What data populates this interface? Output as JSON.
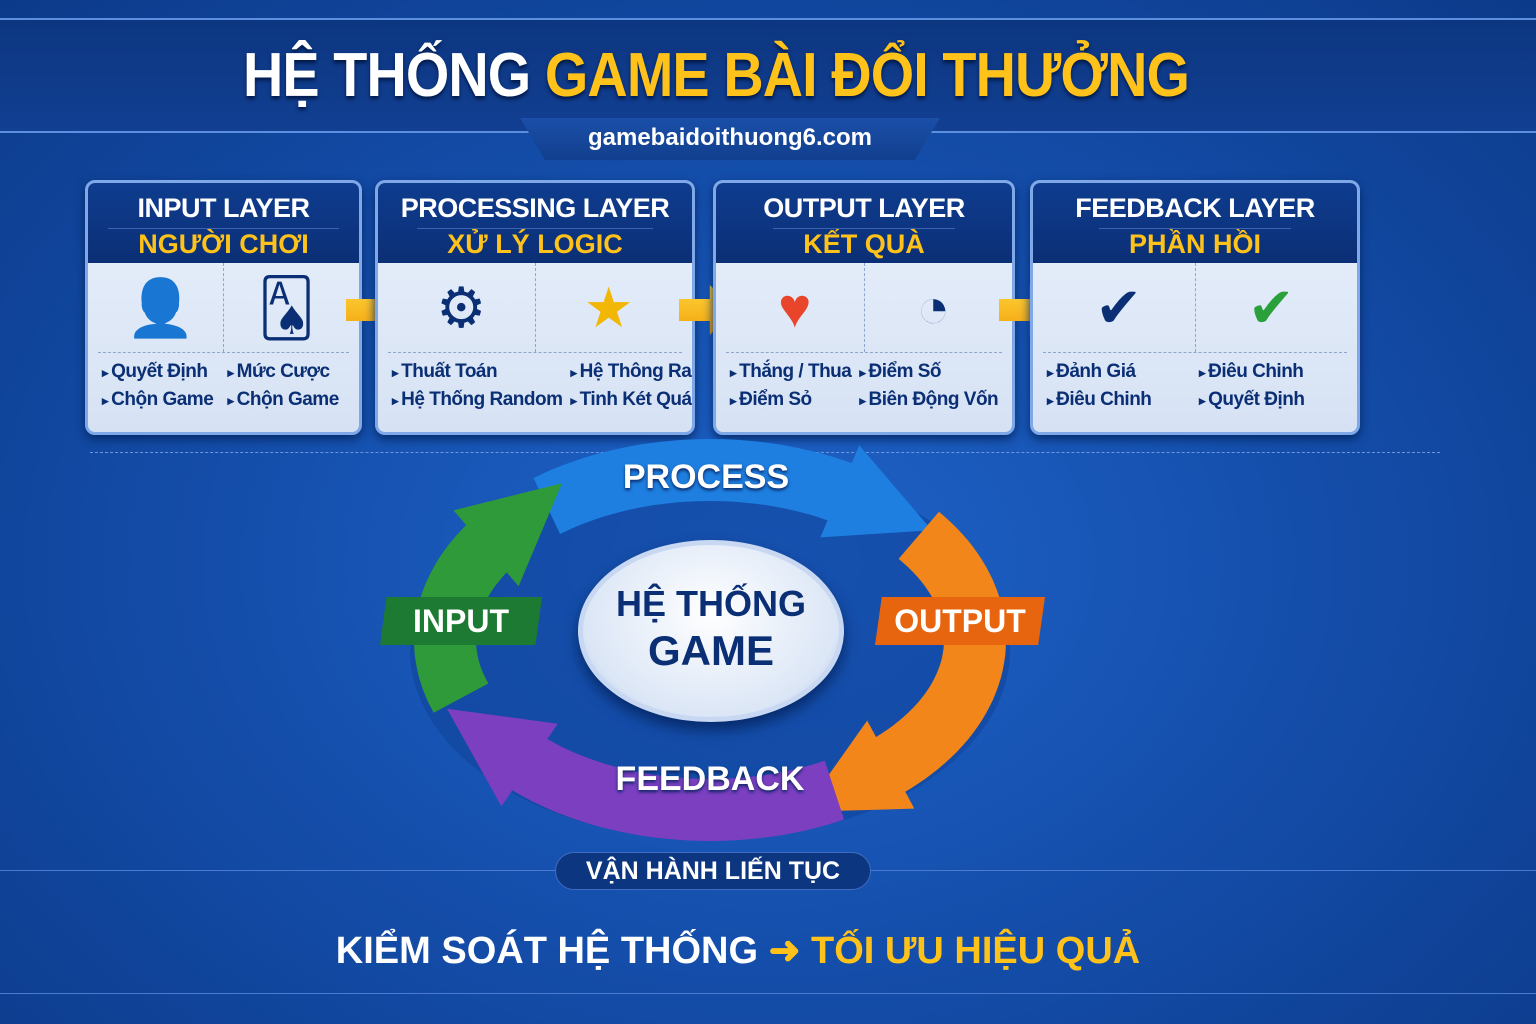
{
  "header": {
    "title_white": "HỆ THỐNG",
    "title_yellow": "GAME BÀI ĐỔI THƯỞNG",
    "url": "gamebaidoithuong6.com"
  },
  "layers": [
    {
      "title": "INPUT LAYER",
      "subtitle": "NGƯỜI CHƠI",
      "icons": [
        "player-card-icon",
        "playing-cards-icon"
      ],
      "items": [
        "Quyết Định",
        "Mức Cược",
        "Chộn Game",
        "Chộn Game"
      ]
    },
    {
      "title": "PROCESSING LAYER",
      "subtitle": "XỬ LÝ LOGIC",
      "icons": [
        "gears-icon",
        "star-cards-icon"
      ],
      "items": [
        "Thuất Toán",
        "Hệ Thông Random",
        "Hệ Thống Random",
        "Tinh Két Quá"
      ]
    },
    {
      "title": "OUTPUT LAYER",
      "subtitle": "KẾT QUÀ",
      "icons": [
        "heart-cards-icon",
        "gauge-question-icon"
      ],
      "items": [
        "Thắng / Thua",
        "Điểm Số",
        "Điểm Sỏ",
        "Biên Động Vốn"
      ]
    },
    {
      "title": "FEEDBACK LAYER",
      "subtitle": "PHẦN HỒI",
      "icons": [
        "check-circle-icon",
        "green-check-circle-icon"
      ],
      "items": [
        "Đảnh Giá",
        "Điêu Chinh",
        "Điêu Chinh",
        "Quyết Định"
      ]
    }
  ],
  "cycle": {
    "process": "PROCESS",
    "input": "INPUT",
    "output": "OUTPUT",
    "feedback": "FEEDBACK",
    "center_line1": "HỆ THỐNG",
    "center_line2": "GAME",
    "colors": {
      "process": "#1e7fe0",
      "output": "#f2861a",
      "feedback": "#7b3fc0",
      "input": "#2e9a3a"
    }
  },
  "footer": {
    "pill": "VẬN HÀNH LIẾN TỤC",
    "left": "KIỂM SOÁT HỆ THỐNG",
    "right": "TỐI ƯU HIỆU QUẢ"
  }
}
